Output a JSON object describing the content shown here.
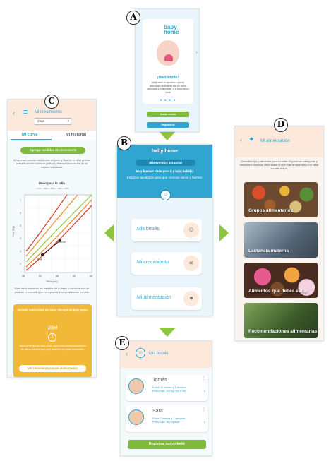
{
  "labels": {
    "a": "A",
    "b": "B",
    "c": "C",
    "d": "D",
    "e": "E"
  },
  "screen_a": {
    "logo_line1": "baby",
    "logo_line2": "home",
    "welcome": "¡Bienvenido!",
    "text": "BabyHome te ayudará a que su adecuado crecimiento sea en forma adecuada y estimulante, a lo largo de su bebé",
    "dots": "● ● ● ●",
    "login": "Iniciar sesión",
    "register": "Registrarse"
  },
  "screen_b": {
    "logo": "baby home",
    "bienvenida": "¡Bienvenid@ Usuario!",
    "greeting": "Muy buenas tarde para ti y tu(s) bebé(s)",
    "subtitle": "Estamos ayudando para que crezcan sanos y fuertes.",
    "menu": [
      {
        "label": "Mis bebés"
      },
      {
        "label": "Mi crecimiento"
      },
      {
        "label": "Mi alimentación"
      }
    ]
  },
  "screen_c": {
    "title": "Mi crecimiento",
    "select": "Sara",
    "tab_1": "Mi curva",
    "tab_2": "Mi historial",
    "add_button": "Agregar medidas de crecimiento",
    "intro": "Al ingresar nuevas mediciones de peso y talla de tu bebé podrás ver la evolución sobre la gráfica y obtener información de su estado nutricional.",
    "chart_title": "Peso para la talla",
    "legend": "— P3 — P15 — P50 — P85 — P97",
    "y_label": "Peso (Kg)",
    "x_label": "Talla (cm)",
    "x_ticks": [
      "48",
      "52",
      "56",
      "60",
      "64"
    ],
    "y_ticks": [
      "7",
      "6",
      "5",
      "4",
      "3",
      "2"
    ],
    "point_a": "4 kg",
    "point_b": "5.5 cm",
    "description": "Esta tabla muestran las medidas de tu bebé. Los datos son de carácter referencial y no reemplazan a una evaluación médica.",
    "estado": "Estado nutricional de Sara: Riesgo de bajo peso",
    "ojo": "¡Ojo!",
    "warn_text": "Sara debe ganar más peso, sigue los recomendaciones de alimentación para que alcance un peso adecuado.",
    "rec_button": "Ver recomendaciones alimentarias"
  },
  "screen_d": {
    "title": "Mi alimentación",
    "intro": "Descubre tips y alimentos para tu bebé. Explora las categorías y encuentra consejos útiles sobre lo que más le hace falta a tu bebé en esta etapa.",
    "categories": [
      {
        "label": "Grupos alimentarios"
      },
      {
        "label": "Lactancia materna"
      },
      {
        "label": "Alimentos que debes evitar"
      },
      {
        "label": "Recomendaciones alimentarias"
      }
    ]
  },
  "screen_e": {
    "title": "Mis bebés",
    "children": [
      {
        "name": "Tomás",
        "line1": "Edad: 10 meses y 1 semana",
        "line2": "Peso/Talla: 4.0 Kg / 55.0 cm"
      },
      {
        "name": "Sara",
        "line1": "Edad: 7 meses y 1 semana",
        "line2": "Peso/Talla: No registra"
      }
    ],
    "register": "Registrar nuevo bebé"
  },
  "colors": {
    "primary": "#2fa5cf",
    "accent_green": "#7fba3a",
    "arrow_green": "#8dc63f",
    "header_peach": "#fde8dc",
    "warning_yellow": "#f2b939"
  }
}
